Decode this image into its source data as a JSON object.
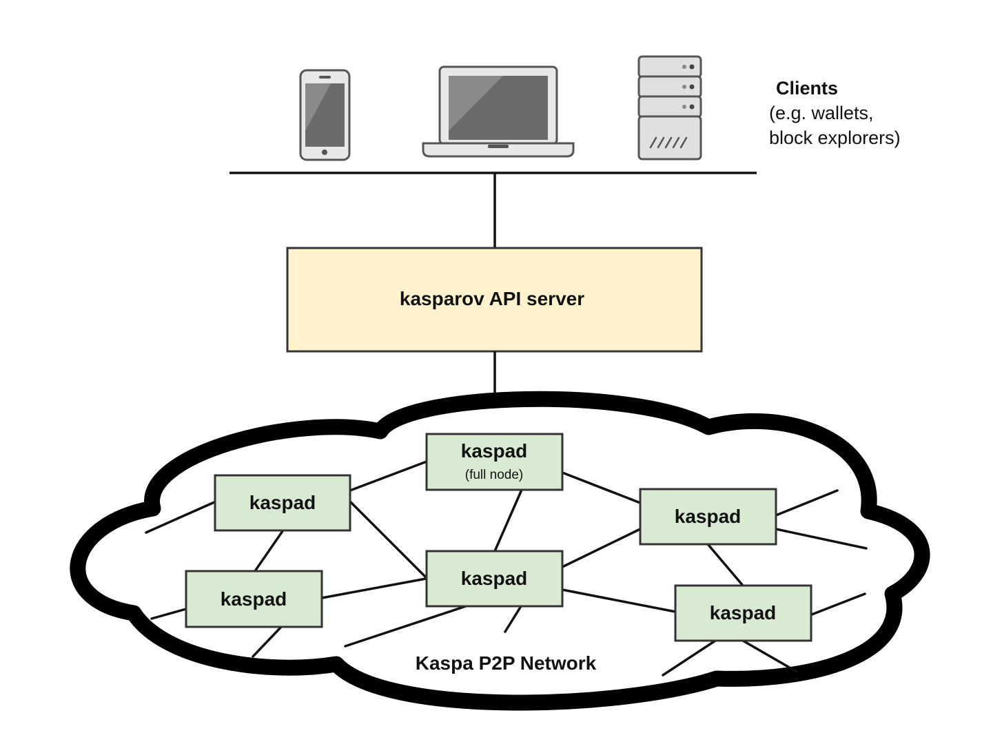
{
  "clients": {
    "title": "Clients",
    "line1": "(e.g. wallets,",
    "line2": "block explorers)"
  },
  "api_server": {
    "label": "kasparov API server",
    "fill": "#fff2cc"
  },
  "network": {
    "label": "Kaspa P2P Network"
  },
  "nodes": [
    {
      "label": "kaspad",
      "sublabel": "(full node)"
    },
    {
      "label": "kaspad"
    },
    {
      "label": "kaspad"
    },
    {
      "label": "kaspad"
    },
    {
      "label": "kaspad"
    },
    {
      "label": "kaspad"
    }
  ],
  "colors": {
    "node_fill": "#d9ead3",
    "stroke": "#111111",
    "device_gray": "#6b6b6b",
    "device_light": "#e0e0e0"
  },
  "icons": [
    "smartphone-icon",
    "laptop-icon",
    "server-icon"
  ]
}
